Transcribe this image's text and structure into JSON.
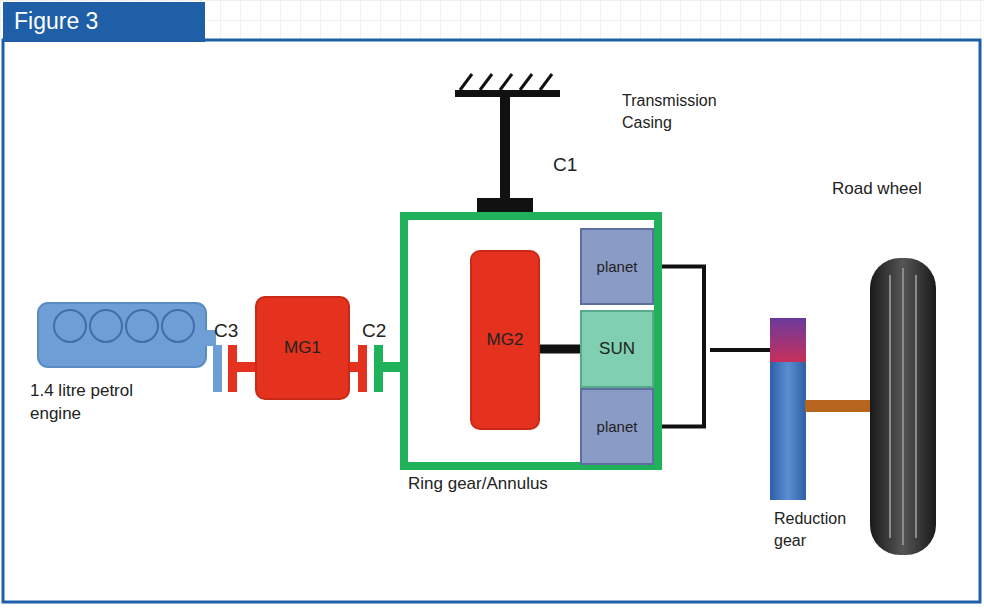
{
  "diagram": {
    "title": "Figure 3",
    "nodes": [
      {
        "text": [
          "MG1"
        ]
      },
      {
        "text": [
          "Ring gear/Annulus"
        ]
      },
      {
        "text": [
          "MG2"
        ],
        "in": 1
      },
      {
        "text": [
          "planet"
        ],
        "in": 1
      },
      {
        "text": [
          "SUN"
        ],
        "in": 1
      },
      {
        "text": [
          "planet"
        ],
        "in": 1
      }
    ],
    "edges": [
      {
        "from": 2,
        "to": 4,
        "arrow": "none"
      },
      {
        "from": 3,
        "to": 5,
        "arrow": "none"
      }
    ],
    "labels": [
      "Transmission Casing",
      "C1",
      "C3",
      "C2",
      "1.4 litre petrol engine",
      "Road wheel",
      "Reduction gear"
    ]
  }
}
